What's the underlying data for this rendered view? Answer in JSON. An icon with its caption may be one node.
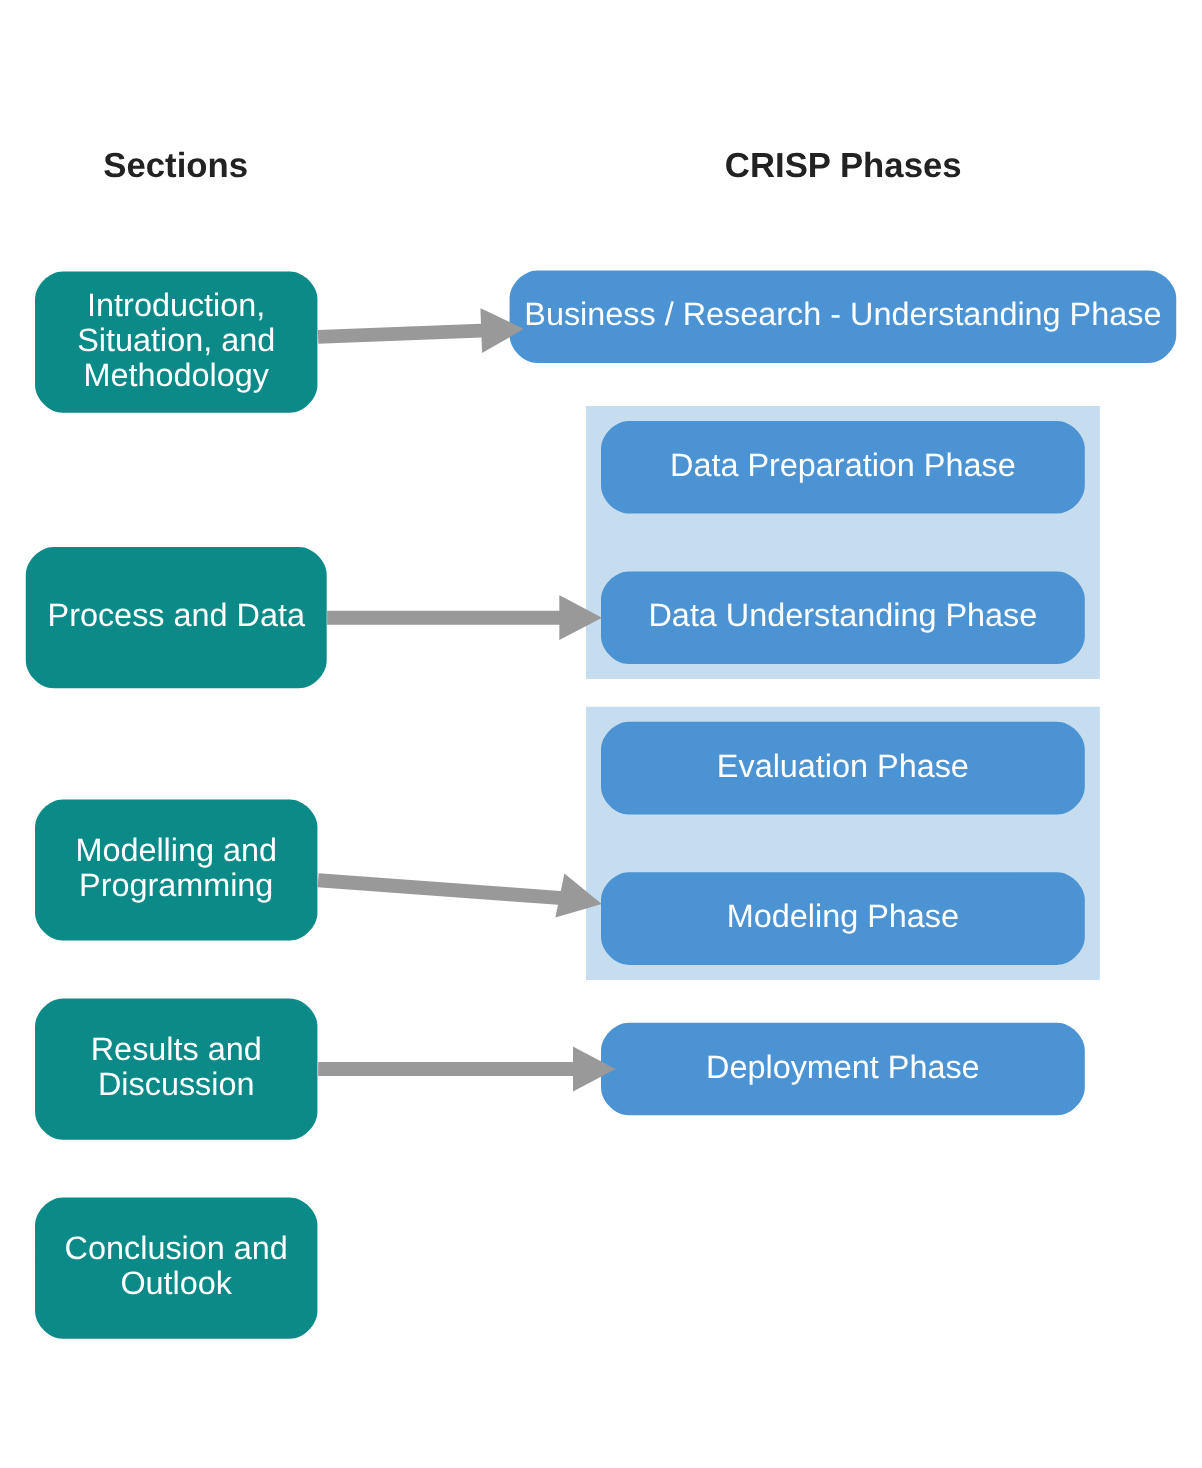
{
  "diagram": {
    "nodes": [
      {
        "text": [
          "Introduction, Situation, and Methodology"
        ]
      },
      {
        "text": [
          "Business / Research - Understanding Phase"
        ]
      },
      {
        "text": [
          "Process and Data"
        ]
      },
      {
        "text": [],
        "shape": "box"
      },
      {
        "text": [
          "Data Understanding Phase"
        ],
        "in": 3
      },
      {
        "text": [
          "Data Preparation Phase"
        ],
        "in": 3
      },
      {
        "text": [
          "Modelling and Programming"
        ]
      },
      {
        "text": [],
        "shape": "box"
      },
      {
        "text": [
          "Modeling Phase"
        ],
        "in": 7
      },
      {
        "text": [
          "Evaluation Phase"
        ],
        "in": 7
      },
      {
        "text": [
          "Results and Discussion"
        ]
      },
      {
        "text": [
          "Deployment Phase"
        ]
      },
      {
        "text": [
          "Conclusion and Outlook"
        ]
      }
    ],
    "edges": [
      {
        "from": 0,
        "to": 1,
        "arrow": "to"
      },
      {
        "from": 2,
        "to": 3,
        "arrow": "to"
      },
      {
        "from": 6,
        "to": 7,
        "arrow": "to"
      },
      {
        "from": 10,
        "to": 11,
        "arrow": "to"
      }
    ],
    "labels": [
      "Sections",
      "CRISP Phases"
    ]
  }
}
